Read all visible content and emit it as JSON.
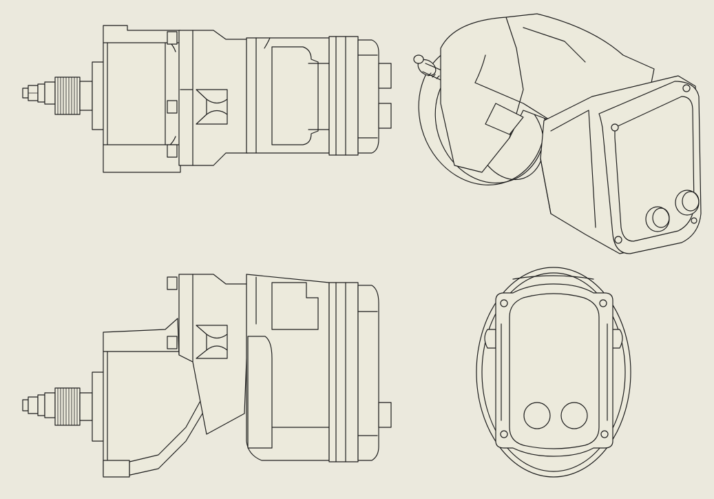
{
  "drawing": {
    "views": [
      {
        "id": "top-left",
        "kind": "orthographic side view"
      },
      {
        "id": "top-right",
        "kind": "isometric view"
      },
      {
        "id": "bottom-left",
        "kind": "orthographic front view"
      },
      {
        "id": "bottom-right",
        "kind": "orthographic end view"
      }
    ],
    "colors": {
      "background": "#ebe9dd",
      "line": "#1c1c1c",
      "part_fill": "#eceadc"
    }
  }
}
